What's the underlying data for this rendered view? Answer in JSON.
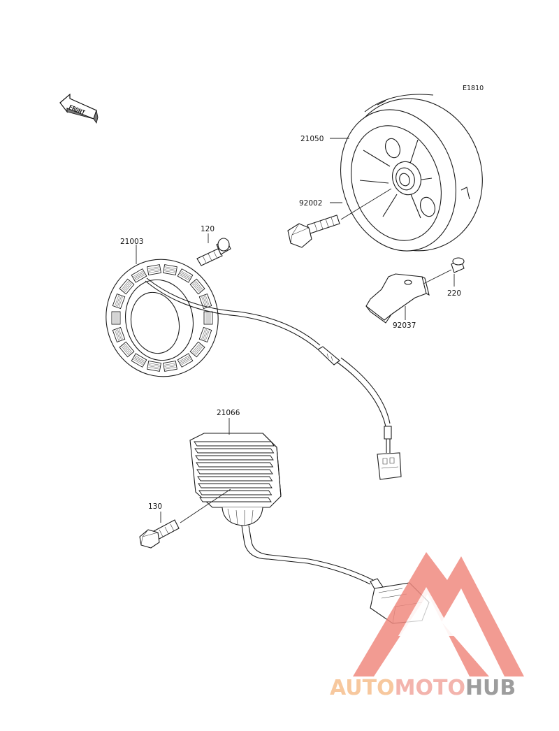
{
  "diagram": {
    "code": "E1810",
    "front_label": "FRONT",
    "parts": [
      {
        "id": "rotor",
        "number": "21050"
      },
      {
        "id": "rotor-bolt",
        "number": "92002"
      },
      {
        "id": "stator-bolt",
        "number": "120"
      },
      {
        "id": "stator",
        "number": "21003"
      },
      {
        "id": "clamp-bolt",
        "number": "220"
      },
      {
        "id": "clamp",
        "number": "92037"
      },
      {
        "id": "regulator",
        "number": "21066"
      },
      {
        "id": "regulator-bolt",
        "number": "130"
      }
    ]
  },
  "watermark": {
    "word_1": "AUTO",
    "word_2": "MOTO",
    "word_3": "HUB",
    "color_1": "#f6bf8e",
    "color_2": "#f2a79f",
    "color_3": "#8c8c8c",
    "triangle_color": "#f08a80"
  }
}
